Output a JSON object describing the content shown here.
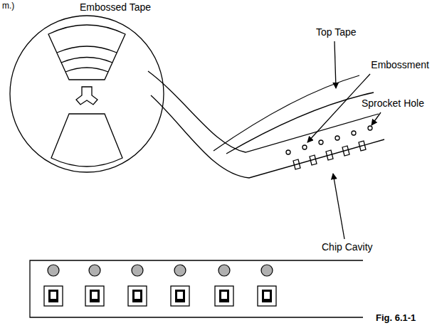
{
  "diagram": {
    "labels": [
      "m.)",
      "Embossed Tape",
      "Top Tape",
      "Embossment",
      "Sprocket Hole",
      "Chip Cavity",
      "Fig. 6.1-1"
    ]
  }
}
